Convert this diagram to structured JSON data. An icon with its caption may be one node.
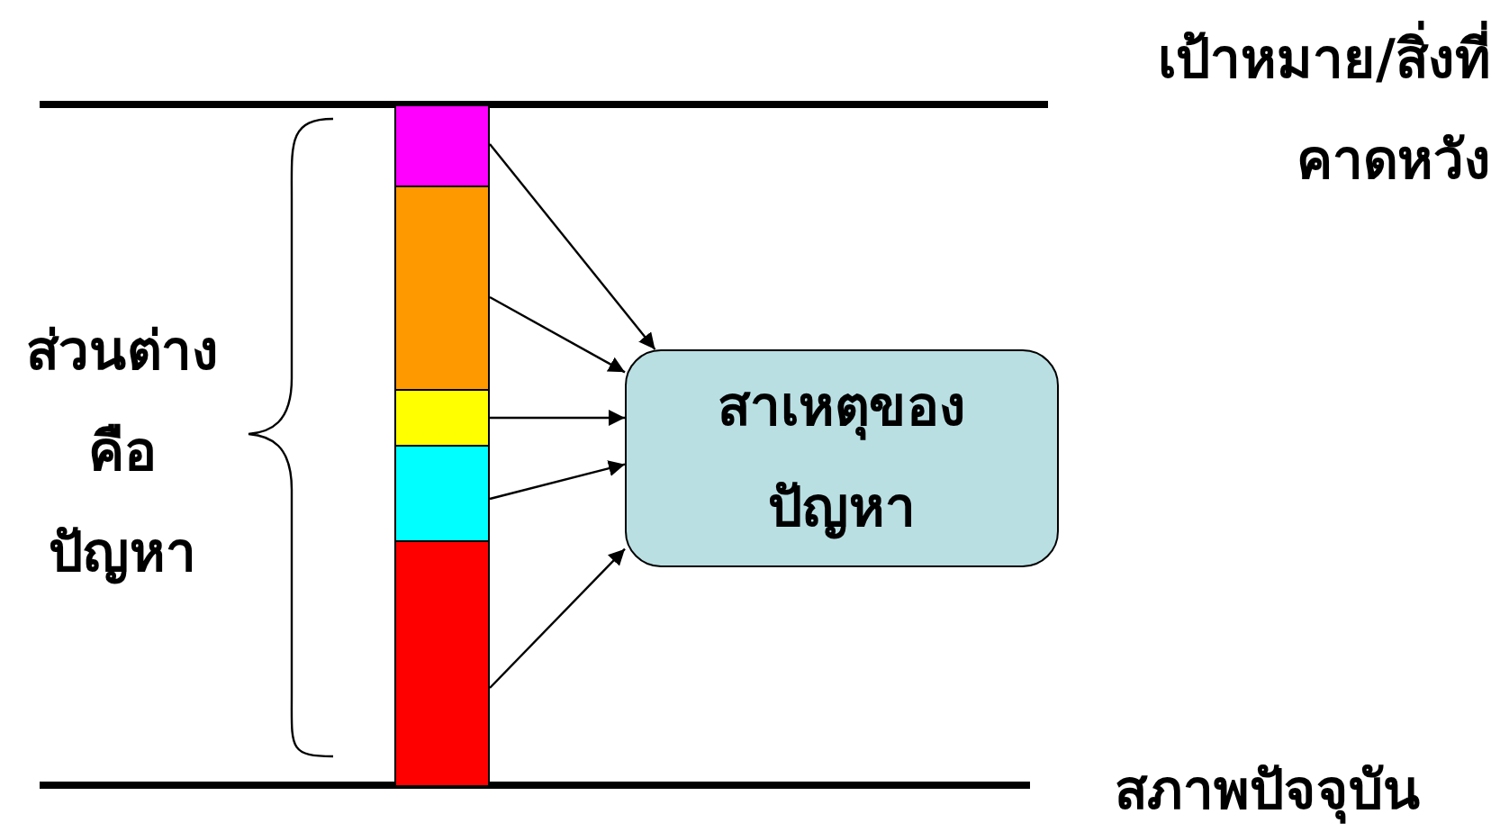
{
  "diagram": {
    "nodes": [
      {
        "text": [],
        "shape": "bar"
      },
      {
        "text": [],
        "shape": "bar"
      },
      {
        "text": [],
        "shape": "bar"
      },
      {
        "text": [],
        "shape": "bar"
      },
      {
        "text": [],
        "shape": "bar"
      },
      {
        "text": [
          "สาเหตุของปัญหา"
        ]
      }
    ],
    "edges": [
      {
        "from": 0,
        "to": 5,
        "arrow": "to"
      },
      {
        "from": 1,
        "to": 5,
        "arrow": "to"
      },
      {
        "from": 2,
        "to": 5,
        "arrow": "to"
      },
      {
        "from": 3,
        "to": 5,
        "arrow": "to"
      },
      {
        "from": 4,
        "to": 5,
        "arrow": "to"
      }
    ],
    "labels": [
      "เป้าหมาย/สิ่งที่คาดหวัง",
      "ส่วนต่างคือปัญหา",
      "สภาพปัจจุบัน"
    ]
  }
}
